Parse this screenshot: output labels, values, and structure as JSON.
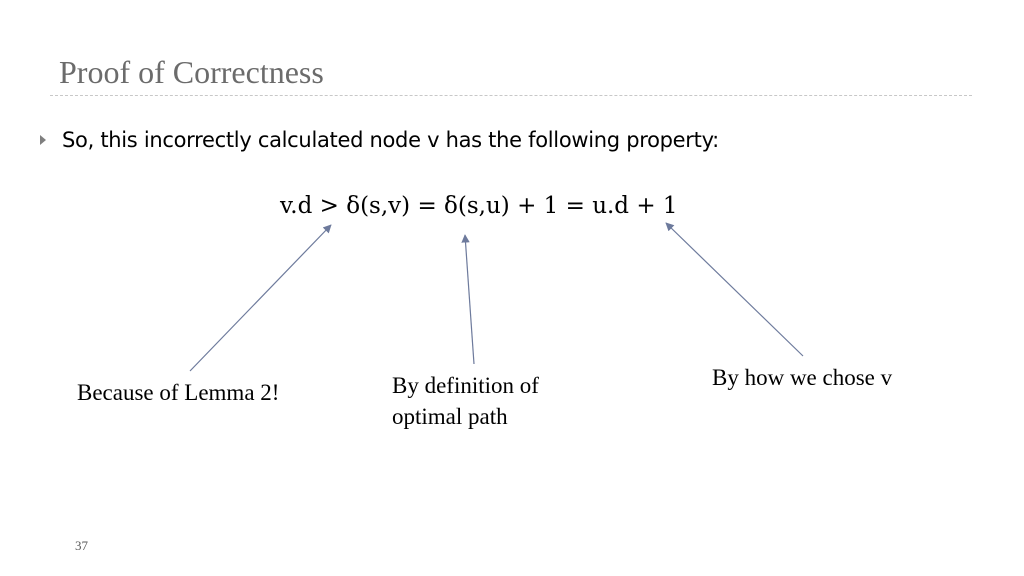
{
  "slide": {
    "title": "Proof of Correctness",
    "bullet": "So, this incorrectly calculated node v has the following property:",
    "equation": {
      "lhs": "v.d",
      "gt": ">",
      "delta_sv": "δ(s,v)",
      "eq1": "=",
      "delta_su_plus1": "δ(s,u) + 1",
      "eq2": "=",
      "ud_plus1": "u.d + 1"
    },
    "annotations": {
      "lemma": "Because of Lemma 2!",
      "definition": "By definition of optimal path",
      "chose": "By how we chose v"
    },
    "page_number": "37"
  },
  "colors": {
    "title": "#6b6b6b",
    "rule": "#c8c8c8",
    "bullet_marker": "#7f7f7f",
    "arrow": "#6d7a9c"
  }
}
